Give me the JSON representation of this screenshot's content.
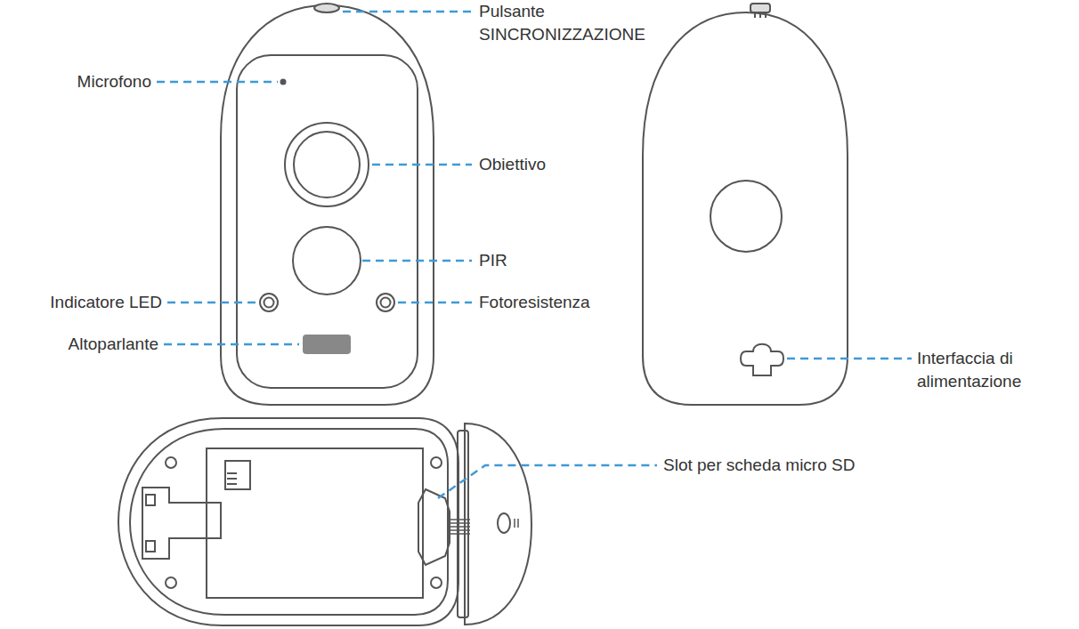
{
  "diagram": {
    "labels": [
      "Pulsante SINCRONIZZAZIONE",
      "Microfono",
      "Obiettivo",
      "PIR",
      "Indicatore LED",
      "Fotoresistenza",
      "Altoparlante",
      "Interfaccia di alimentazione",
      "Slot per scheda micro SD"
    ]
  }
}
